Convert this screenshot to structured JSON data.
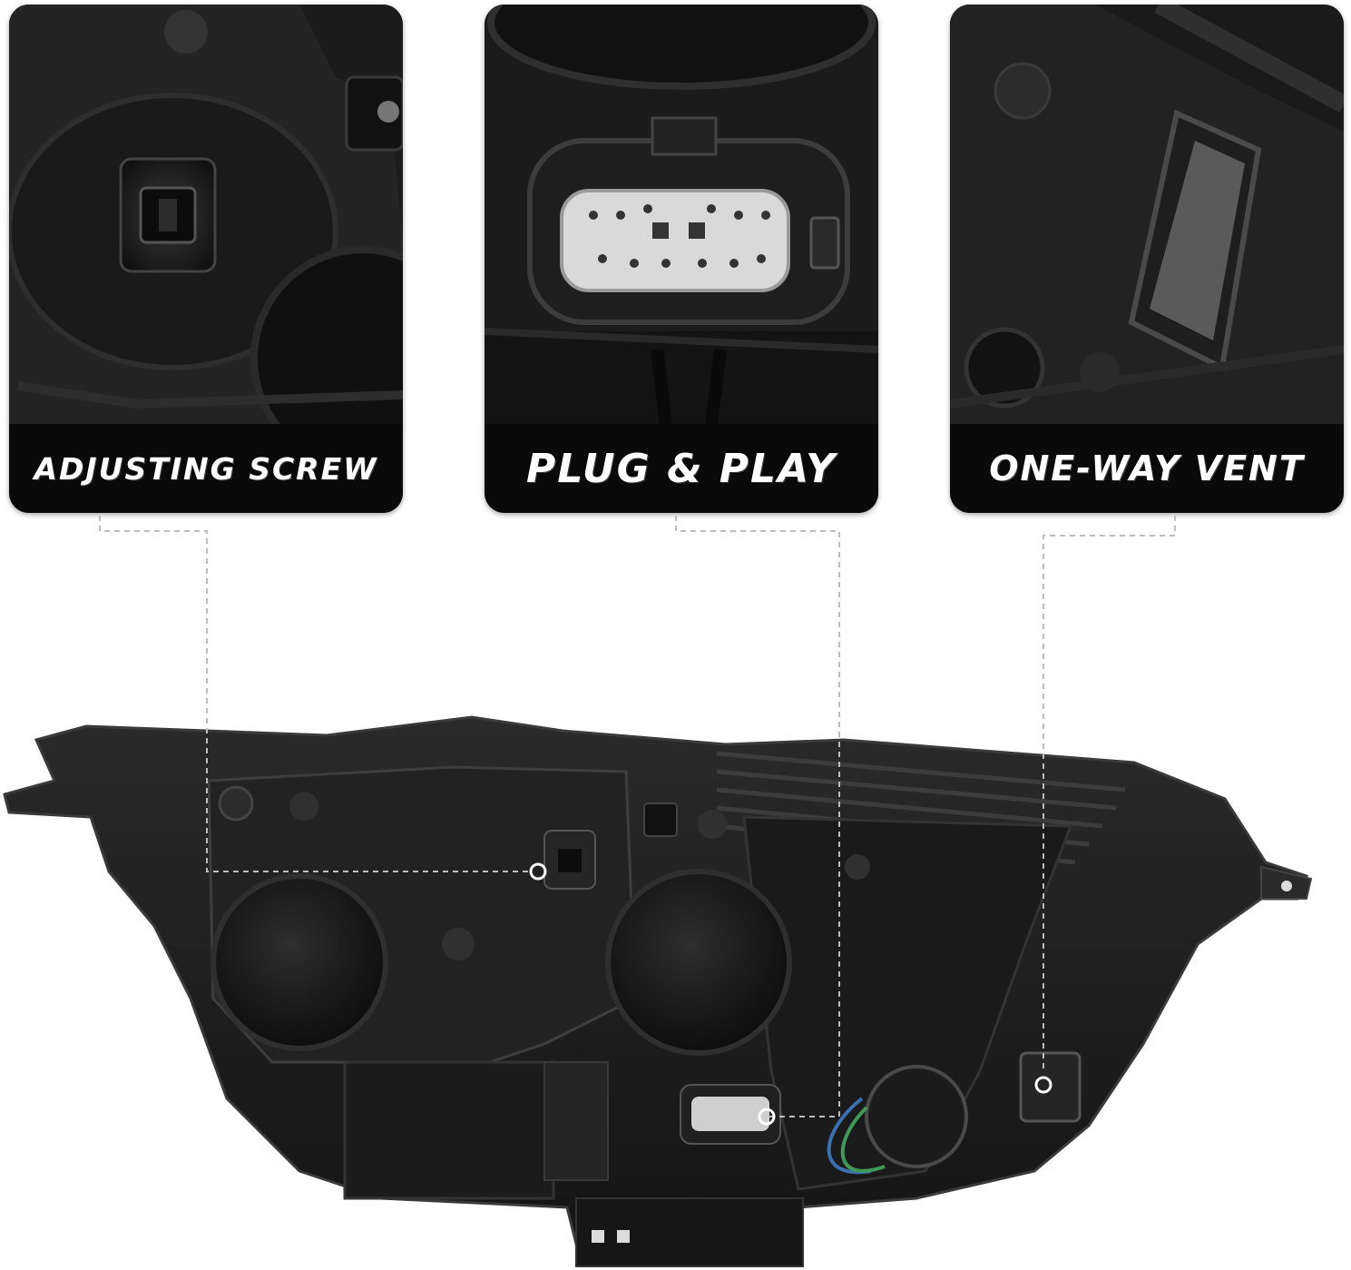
{
  "callouts": [
    {
      "label": "ADJUSTING SCREW"
    },
    {
      "label": "PLUG & PLAY"
    },
    {
      "label": "ONE-WAY VENT"
    }
  ],
  "colors": {
    "card_bg": "#151515",
    "label_bar": "#0a0a0a",
    "label_text": "#ffffff",
    "housing": "#1d1d1d",
    "leader_line": "#bdbdbd"
  },
  "icons": [
    "adjusting-screw-closeup",
    "connector-plug-closeup",
    "vent-cap-closeup",
    "headlight-housing-rear"
  ]
}
